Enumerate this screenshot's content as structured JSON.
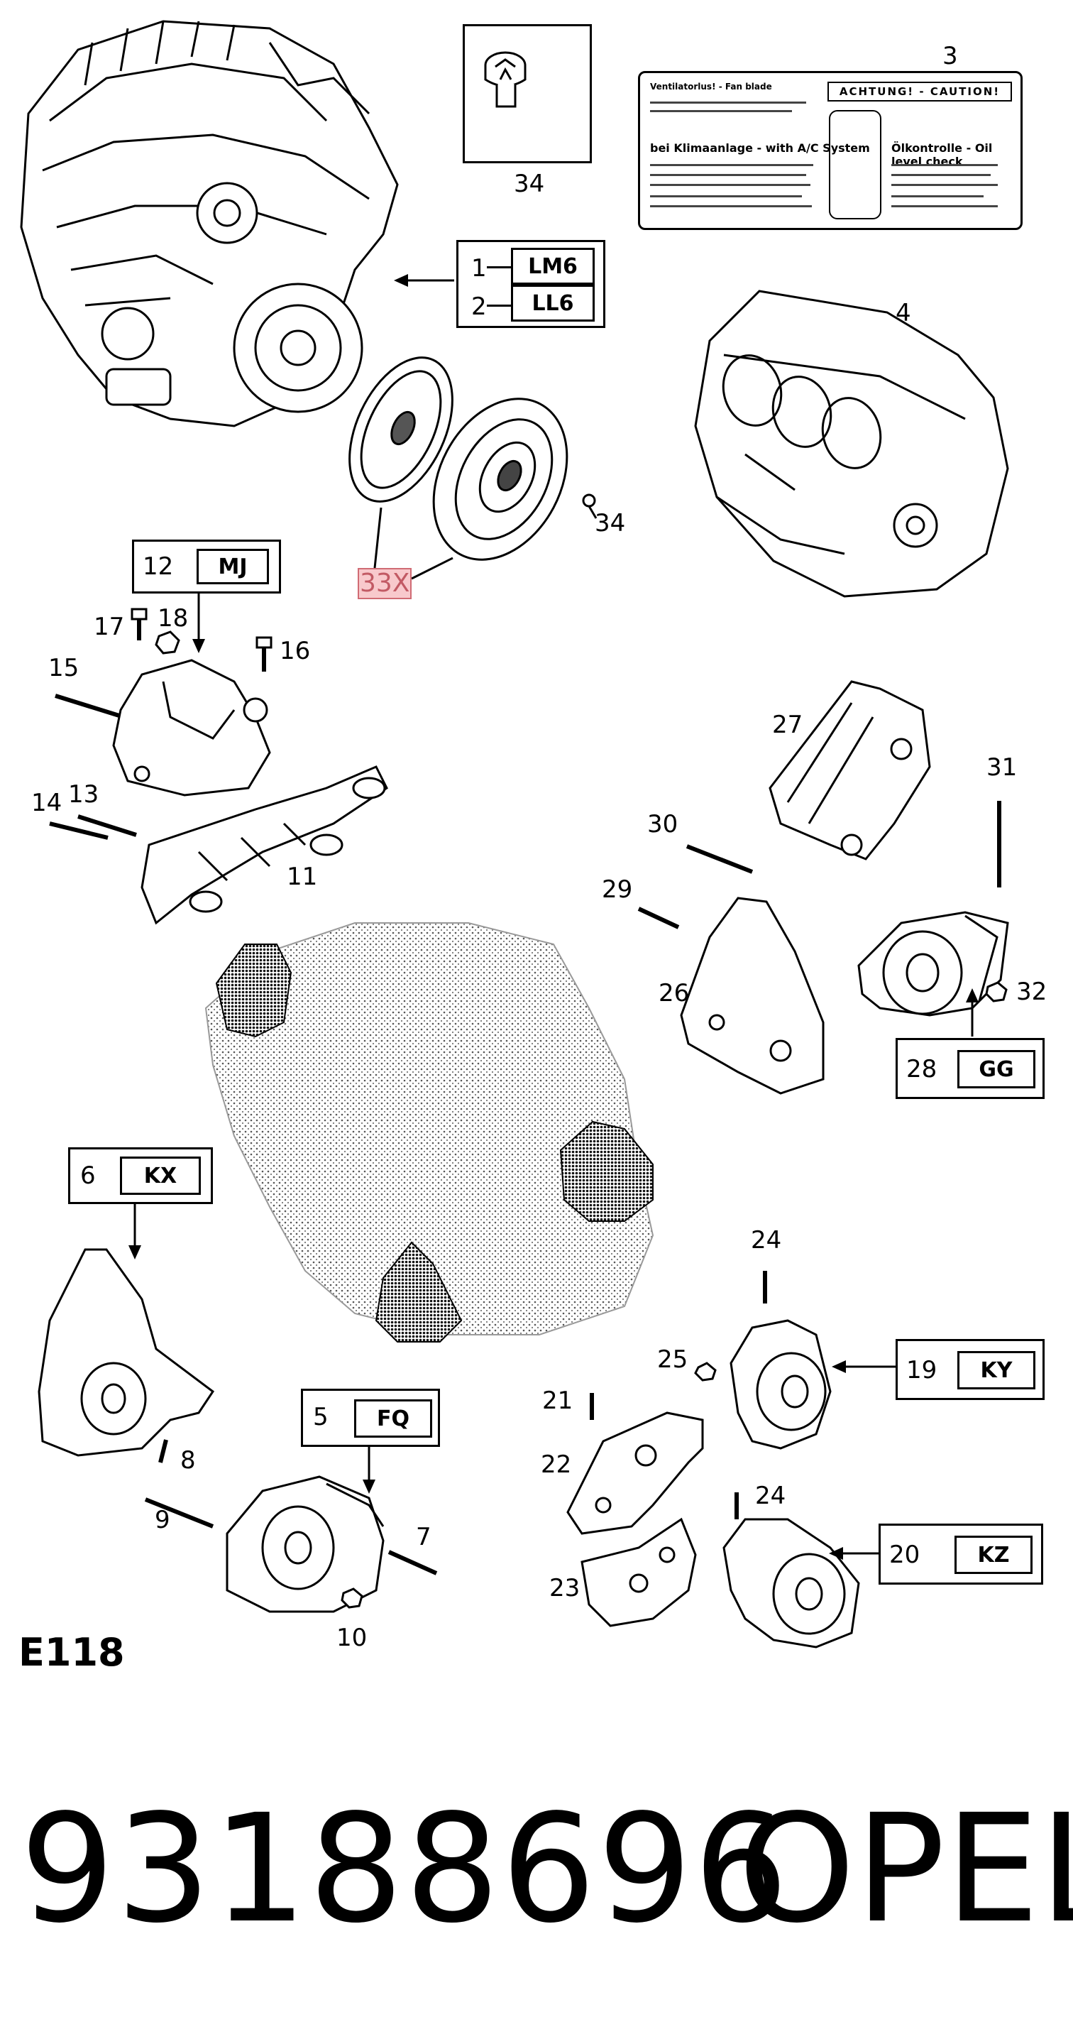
{
  "diagram_id": "E118",
  "footer": {
    "part_number": "93188696",
    "brand": "OPEL"
  },
  "decal": {
    "number": "3",
    "left_title": "Ventilatorlus! - Fan blade",
    "right_title": "ACHTUNG! - CAUTION!",
    "mid_left": "bei Klimaanlage - with A/C System",
    "mid_right": "Ölkontrolle - Oil level check"
  },
  "callouts": [
    {
      "id": "34a",
      "text": "34"
    },
    {
      "id": "34b",
      "text": "34"
    },
    {
      "id": "4",
      "text": "4"
    },
    {
      "id": "33x",
      "text": "33X"
    },
    {
      "id": "17",
      "text": "17"
    },
    {
      "id": "18",
      "text": "18"
    },
    {
      "id": "16",
      "text": "16"
    },
    {
      "id": "15",
      "text": "15"
    },
    {
      "id": "14",
      "text": "14"
    },
    {
      "id": "13",
      "text": "13"
    },
    {
      "id": "11",
      "text": "11"
    },
    {
      "id": "27",
      "text": "27"
    },
    {
      "id": "31",
      "text": "31"
    },
    {
      "id": "30",
      "text": "30"
    },
    {
      "id": "29",
      "text": "29"
    },
    {
      "id": "26",
      "text": "26"
    },
    {
      "id": "32",
      "text": "32"
    },
    {
      "id": "24a",
      "text": "24"
    },
    {
      "id": "25",
      "text": "25"
    },
    {
      "id": "21",
      "text": "21"
    },
    {
      "id": "22",
      "text": "22"
    },
    {
      "id": "24b",
      "text": "24"
    },
    {
      "id": "23",
      "text": "23"
    },
    {
      "id": "8",
      "text": "8"
    },
    {
      "id": "9",
      "text": "9"
    },
    {
      "id": "7",
      "text": "7"
    },
    {
      "id": "10",
      "text": "10"
    }
  ],
  "option_codes": [
    {
      "id": "lm6",
      "num": "1",
      "code": "LM6"
    },
    {
      "id": "ll6",
      "num": "2",
      "code": "LL6"
    },
    {
      "id": "mj",
      "num": "12",
      "code": "MJ"
    },
    {
      "id": "gg",
      "num": "28",
      "code": "GG"
    },
    {
      "id": "kx",
      "num": "6",
      "code": "KX"
    },
    {
      "id": "fq",
      "num": "5",
      "code": "FQ"
    },
    {
      "id": "ky",
      "num": "19",
      "code": "KY"
    },
    {
      "id": "kz",
      "num": "20",
      "code": "KZ"
    }
  ]
}
